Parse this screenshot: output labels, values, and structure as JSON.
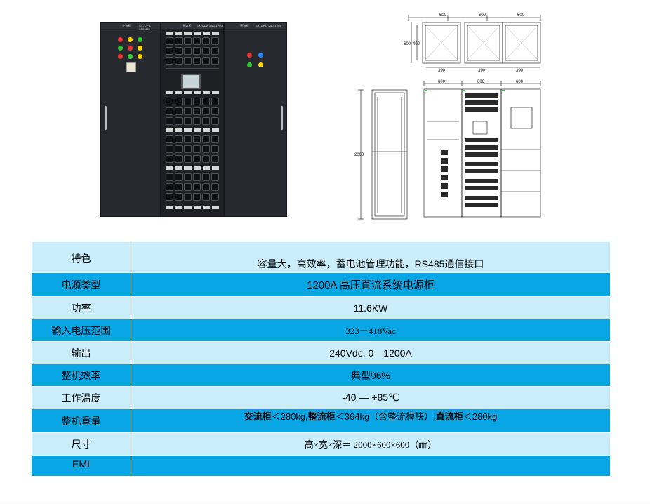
{
  "photo": {
    "cabinet_labels": [
      "交流柜",
      "整流柜",
      "直流柜"
    ],
    "cabinet_sublabels": [
      "SX-DPC 380/400",
      "SX-DUA 240/1200",
      "SX-DPC 240/1200"
    ]
  },
  "drawings": {
    "top_view": {
      "widths": [
        "600",
        "600",
        "600"
      ],
      "depths": [
        "600",
        "490"
      ],
      "inner_widths": [
        "390",
        "390",
        "390"
      ]
    },
    "side_view": {
      "height": "2000"
    },
    "front_view": {
      "widths": [
        "600",
        "600",
        "600"
      ]
    }
  },
  "spec_table": {
    "rows": [
      {
        "label": "特色",
        "value": "容量大，高效率，蓄电池管理功能，RS485通信接口"
      },
      {
        "label": "电源类型",
        "value": "1200A 高压直流系统电源柜"
      },
      {
        "label": "功率",
        "value": "11.6KW"
      },
      {
        "label": "输入电压范围",
        "value": "323－418Vac"
      },
      {
        "label": "输出",
        "value": "240Vdc, 0—1200A"
      },
      {
        "label": "整机效率",
        "value": "典型96%"
      },
      {
        "label": "工作温度",
        "value": "-40 — +85℃"
      },
      {
        "label": "整机重量",
        "value_parts": [
          "交流柜",
          "＜280kg,",
          "整流柜",
          "＜364kg（含整流模块）,",
          "直流柜",
          "＜280kg"
        ]
      },
      {
        "label": "尺寸",
        "value": "高×宽×深＝ 2000×600×600（㎜）"
      },
      {
        "label": "EMI",
        "value": ""
      }
    ]
  },
  "colors": {
    "row_light": "#c9edfb",
    "row_dark": "#09a6e6"
  }
}
